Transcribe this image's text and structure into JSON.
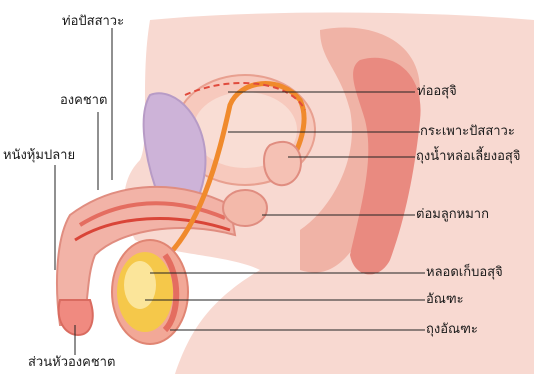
{
  "labels": {
    "urethra": "ท่อปัสสาวะ",
    "penis": "องคชาต",
    "foreskin": "หนังหุ้มปลาย",
    "glans": "ส่วนหัวองคชาต",
    "vas_deferens": "ท่ออสุจิ",
    "bladder": "กระเพาะปัสสาวะ",
    "seminal_vesicle": "ถุงน้ำหล่อเลี้ยงอสุจิ",
    "prostate": "ต่อมลูกหมาก",
    "epididymis": "หลอดเก็บอสุจิ",
    "testis": "อัณฑะ",
    "scrotum": "ถุงอัณฑะ"
  },
  "colors": {
    "skin": "#f6cfc6",
    "tissue": "#f0a79c",
    "duct_red": "#e04a3c",
    "duct_orange": "#f08a2c",
    "testis_yellow": "#f5c84a",
    "bladder": "#f7d6cc",
    "leader_line": "#222222"
  }
}
